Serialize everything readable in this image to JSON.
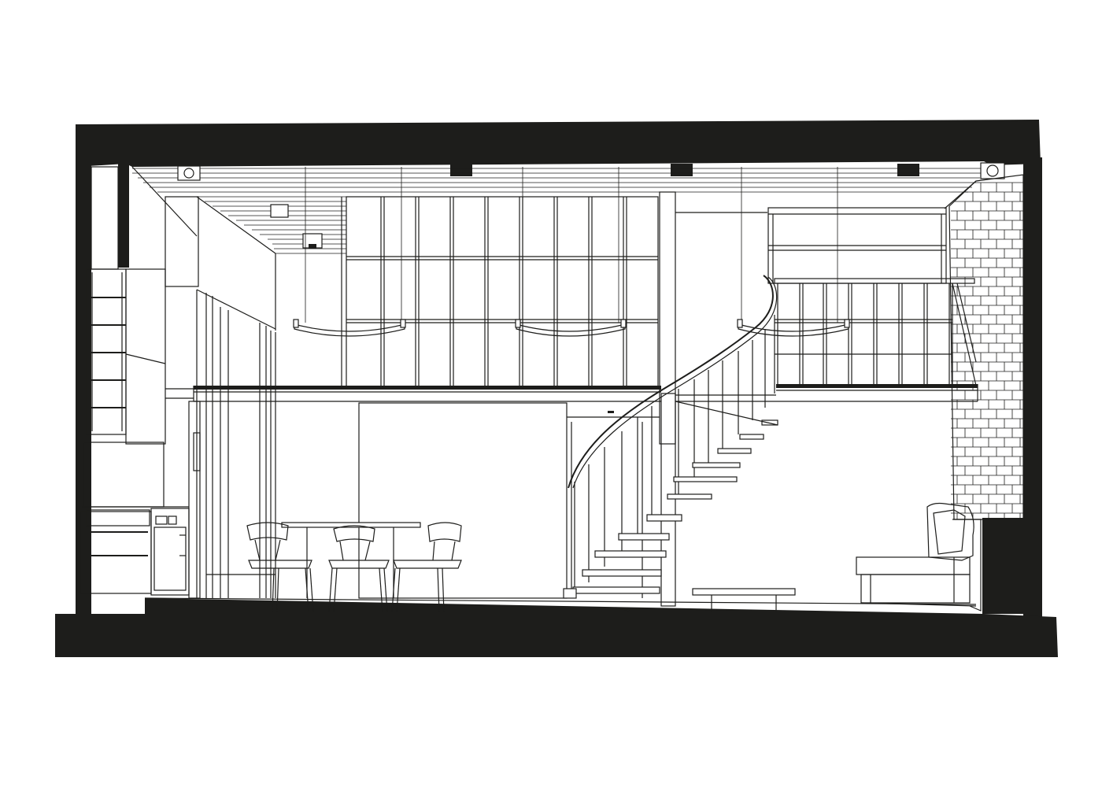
{
  "drawing": {
    "type": "architectural-section",
    "ink_color": "#1d1d1b",
    "background_color": "#ffffff",
    "style": "black-and-white line drawing",
    "elements": [
      "section-walls",
      "timber-slat-ceiling",
      "mezzanine-floor",
      "steel-framed-glass-partition",
      "spiral-staircase",
      "pendant-lights",
      "dining-table",
      "dining-chairs",
      "kitchen-units",
      "shelving",
      "brick-wall",
      "sofa",
      "coffee-table"
    ]
  }
}
